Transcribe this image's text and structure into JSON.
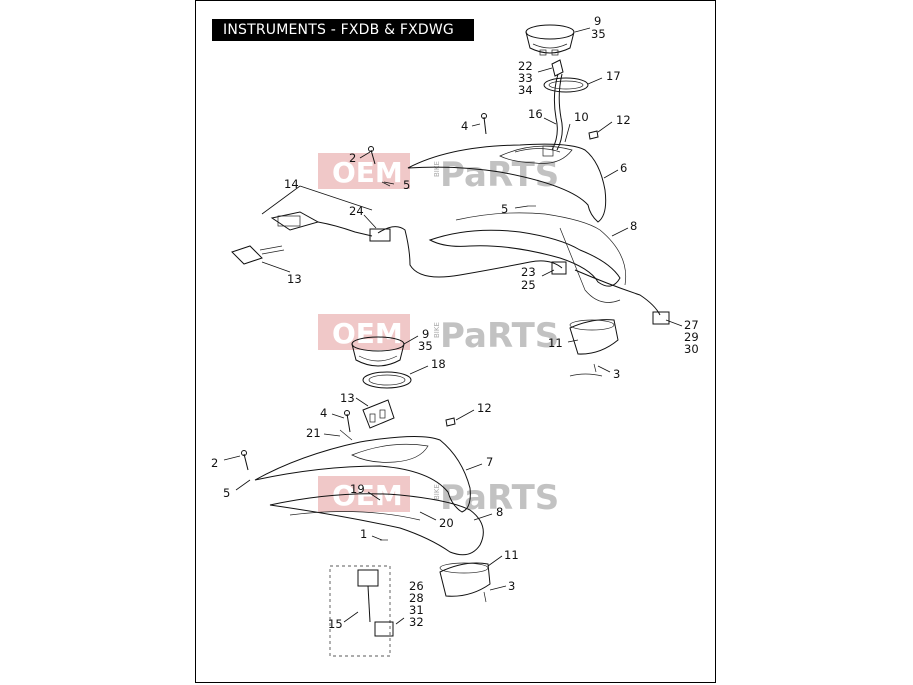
{
  "title": "INSTRUMENTS - FXDB & FXDWG",
  "watermark": {
    "oem": "OEM",
    "bike": "BIKE",
    "parts": "PaRTS"
  },
  "callouts": [
    {
      "id": "c9a",
      "text": "9"
    },
    {
      "id": "c35a",
      "text": "35"
    },
    {
      "id": "c22",
      "text": "22"
    },
    {
      "id": "c33",
      "text": "33"
    },
    {
      "id": "c34",
      "text": "34"
    },
    {
      "id": "c17",
      "text": "17"
    },
    {
      "id": "c16",
      "text": "16"
    },
    {
      "id": "c10",
      "text": "10"
    },
    {
      "id": "c4a",
      "text": "4"
    },
    {
      "id": "c12a",
      "text": "12"
    },
    {
      "id": "c2a",
      "text": "2"
    },
    {
      "id": "c14",
      "text": "14"
    },
    {
      "id": "c5a",
      "text": "5"
    },
    {
      "id": "c6",
      "text": "6"
    },
    {
      "id": "c5b",
      "text": "5"
    },
    {
      "id": "c24",
      "text": "24"
    },
    {
      "id": "c8a",
      "text": "8"
    },
    {
      "id": "c13a",
      "text": "13"
    },
    {
      "id": "c23",
      "text": "23"
    },
    {
      "id": "c25",
      "text": "25"
    },
    {
      "id": "c27",
      "text": "27"
    },
    {
      "id": "c29",
      "text": "29"
    },
    {
      "id": "c30",
      "text": "30"
    },
    {
      "id": "c11a",
      "text": "11"
    },
    {
      "id": "c3a",
      "text": "3"
    },
    {
      "id": "c9b",
      "text": "9"
    },
    {
      "id": "c35b",
      "text": "35"
    },
    {
      "id": "c18",
      "text": "18"
    },
    {
      "id": "c13b",
      "text": "13"
    },
    {
      "id": "c4b",
      "text": "4"
    },
    {
      "id": "c12b",
      "text": "12"
    },
    {
      "id": "c21",
      "text": "21"
    },
    {
      "id": "c2b",
      "text": "2"
    },
    {
      "id": "c7",
      "text": "7"
    },
    {
      "id": "c5c",
      "text": "5"
    },
    {
      "id": "c19",
      "text": "19"
    },
    {
      "id": "c20",
      "text": "20"
    },
    {
      "id": "c8b",
      "text": "8"
    },
    {
      "id": "c1",
      "text": "1"
    },
    {
      "id": "c11b",
      "text": "11"
    },
    {
      "id": "c26",
      "text": "26"
    },
    {
      "id": "c28",
      "text": "28"
    },
    {
      "id": "c31",
      "text": "31"
    },
    {
      "id": "c32",
      "text": "32"
    },
    {
      "id": "c3b",
      "text": "3"
    },
    {
      "id": "c15",
      "text": "15"
    }
  ]
}
